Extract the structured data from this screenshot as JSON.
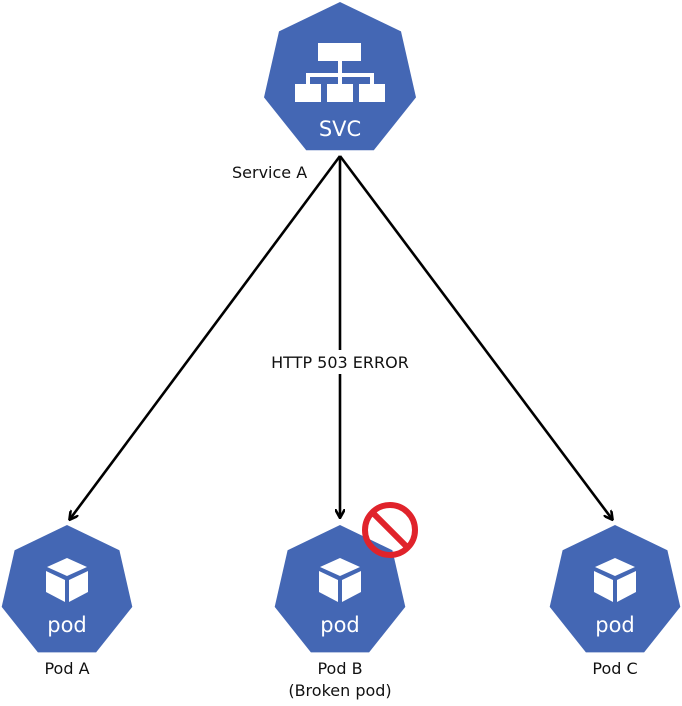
{
  "colors": {
    "node_fill": "#4467b4",
    "icon_fill": "#ffffff",
    "arrow": "#000000",
    "prohibit": "#e0232b",
    "text": "#111111"
  },
  "service": {
    "icon": "service-network-icon",
    "icon_label": "SVC",
    "name": "Service A"
  },
  "edge_label": "HTTP 503 ERROR",
  "pods": [
    {
      "icon": "pod-cube-icon",
      "icon_label": "pod",
      "name": "Pod A",
      "subtitle": "",
      "broken": false
    },
    {
      "icon": "pod-cube-icon",
      "icon_label": "pod",
      "name": "Pod B",
      "subtitle": "(Broken pod)",
      "broken": true
    },
    {
      "icon": "pod-cube-icon",
      "icon_label": "pod",
      "name": "Pod C",
      "subtitle": "",
      "broken": false
    }
  ]
}
